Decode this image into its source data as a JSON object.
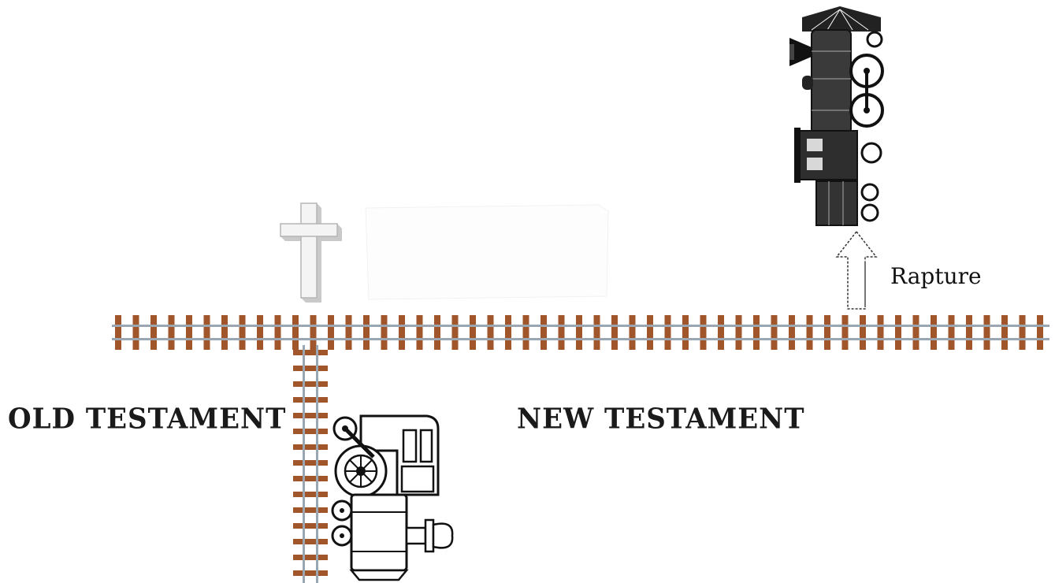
{
  "labels": {
    "old_testament": "OLD TESTAMENT",
    "new_testament": "NEW TESTAMENT",
    "rapture": "Rapture"
  },
  "colors": {
    "tie": "#a0562a",
    "rail": "#9aa6b2",
    "ink": "#1a1a1a",
    "cross_fill": "#f4f4f4",
    "cross_shade": "#c9c9c9"
  },
  "icons": {
    "cross": "cross-icon",
    "rapture_arrow": "up-arrow-icon",
    "locomotive": "steam-locomotive-icon"
  }
}
